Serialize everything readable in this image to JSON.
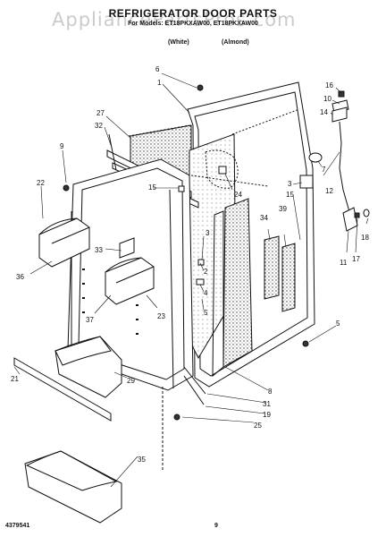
{
  "header": {
    "title": "REFRIGERATOR DOOR PARTS",
    "model_line": "For Models: ET18PKXAW00, ET18PKXAW00",
    "color_white": "(White)",
    "color_almond": "(Almond)",
    "watermark": "AppliancePartsPros.com"
  },
  "footer": {
    "doc_number": "4379541",
    "page_number": "9"
  },
  "callouts": [
    {
      "id": "c6",
      "label": "6"
    },
    {
      "id": "c1",
      "label": "1"
    },
    {
      "id": "c27",
      "label": "27"
    },
    {
      "id": "c32",
      "label": "32"
    },
    {
      "id": "c9",
      "label": "9"
    },
    {
      "id": "c22",
      "label": "22"
    },
    {
      "id": "c15a",
      "label": "15"
    },
    {
      "id": "c24",
      "label": "24"
    },
    {
      "id": "c16",
      "label": "16"
    },
    {
      "id": "c10",
      "label": "10"
    },
    {
      "id": "c14",
      "label": "14"
    },
    {
      "id": "c7",
      "label": "7"
    },
    {
      "id": "c3a",
      "label": "3"
    },
    {
      "id": "c15b",
      "label": "15"
    },
    {
      "id": "c12",
      "label": "12"
    },
    {
      "id": "c34",
      "label": "34"
    },
    {
      "id": "c39",
      "label": "39"
    },
    {
      "id": "c33",
      "label": "33"
    },
    {
      "id": "c3b",
      "label": "3"
    },
    {
      "id": "c36",
      "label": "36"
    },
    {
      "id": "c2",
      "label": "2"
    },
    {
      "id": "c4",
      "label": "4"
    },
    {
      "id": "c5a",
      "label": "5"
    },
    {
      "id": "c37",
      "label": "37"
    },
    {
      "id": "c23",
      "label": "23"
    },
    {
      "id": "c18",
      "label": "18"
    },
    {
      "id": "c17",
      "label": "17"
    },
    {
      "id": "c11",
      "label": "11"
    },
    {
      "id": "c5b",
      "label": "5"
    },
    {
      "id": "c21",
      "label": "21"
    },
    {
      "id": "c29",
      "label": "29"
    },
    {
      "id": "c8",
      "label": "8"
    },
    {
      "id": "c31",
      "label": "31"
    },
    {
      "id": "c19",
      "label": "19"
    },
    {
      "id": "c25",
      "label": "25"
    },
    {
      "id": "c35",
      "label": "35"
    }
  ]
}
